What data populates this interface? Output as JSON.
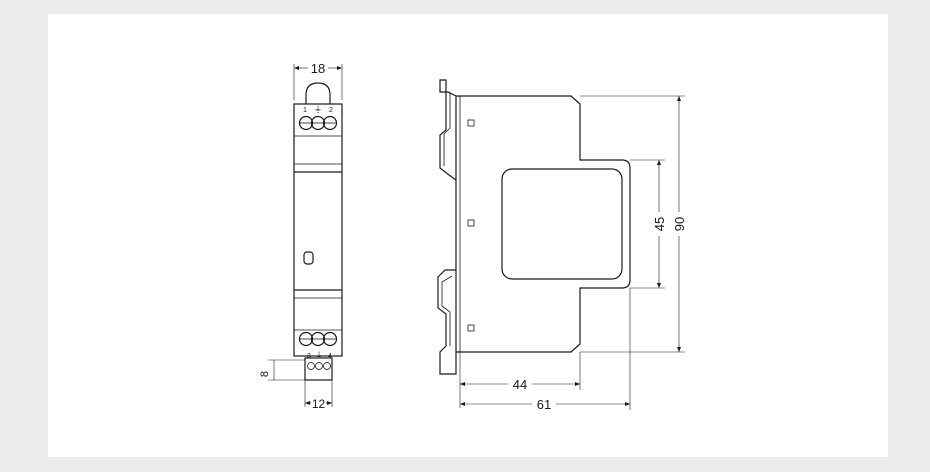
{
  "dimensions": {
    "front_width": "18",
    "front_terminal_pitch": "12",
    "front_terminal_height": "8",
    "side_height": "90",
    "side_window_height": "45",
    "side_depth_front": "44",
    "side_depth_total": "61"
  },
  "terminal_labels": {
    "top_left": "1",
    "top_mid": "⏚",
    "top_right": "2",
    "bottom_left": "3",
    "bottom_mid": "⏚",
    "bottom_right": "4"
  },
  "colors": {
    "background": "#ececec",
    "canvas": "#ffffff",
    "line": "#1a1a1a"
  }
}
